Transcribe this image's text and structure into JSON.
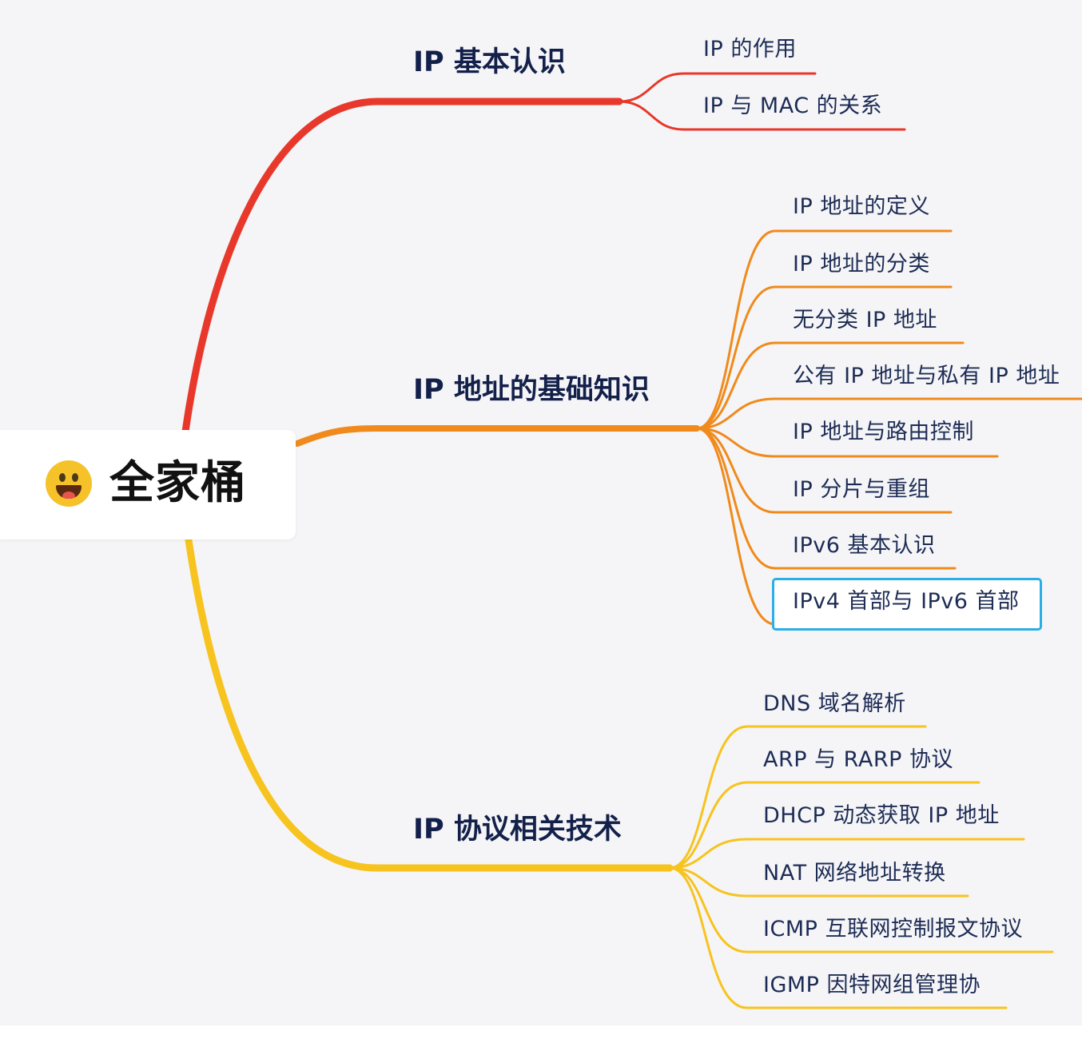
{
  "root": {
    "label": "全家桶",
    "icon": "grinning-face-icon"
  },
  "colors": {
    "branch_1": "#e8382b",
    "branch_2": "#f08a1c",
    "branch_3": "#f7c31f",
    "highlight": "#2aaee6"
  },
  "branches": [
    {
      "label": "IP 基本认识",
      "children": [
        {
          "label": "IP 的作用"
        },
        {
          "label": "IP 与 MAC 的关系"
        }
      ]
    },
    {
      "label": "IP 地址的基础知识",
      "children": [
        {
          "label": "IP 地址的定义"
        },
        {
          "label": "IP 地址的分类"
        },
        {
          "label": "无分类 IP 地址"
        },
        {
          "label": "公有 IP 地址与私有 IP 地址"
        },
        {
          "label": "IP 地址与路由控制"
        },
        {
          "label": "IP 分片与重组"
        },
        {
          "label": "IPv6 基本认识"
        },
        {
          "label": "IPv4 首部与 IPv6 首部"
        }
      ]
    },
    {
      "label": "IP 协议相关技术",
      "children": [
        {
          "label": "DNS 域名解析"
        },
        {
          "label": "ARP 与 RARP 协议"
        },
        {
          "label": "DHCP 动态获取 IP 地址"
        },
        {
          "label": "NAT 网络地址转换"
        },
        {
          "label": "ICMP 互联网控制报文协议"
        },
        {
          "label": "IGMP 因特网组管理协"
        }
      ]
    }
  ]
}
